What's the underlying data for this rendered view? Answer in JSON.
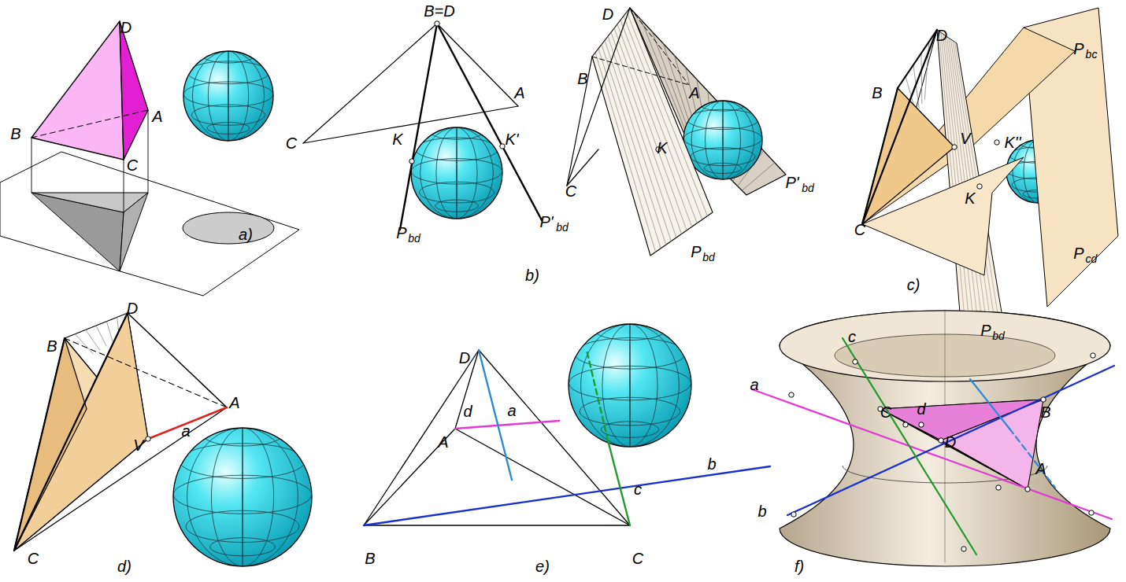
{
  "diagram": {
    "labels": [
      "D",
      "B",
      "A",
      "C",
      "a)",
      "B=D",
      "A",
      "C",
      "K",
      "K'",
      "P",
      "bd",
      "P'",
      "bd",
      "b)",
      "D",
      "B",
      "A",
      "C",
      "K",
      "P'",
      "bd",
      "P",
      "bd",
      "D",
      "B",
      "V",
      "K''",
      "K",
      "C",
      "P",
      "bc",
      "P",
      "cd",
      "P",
      "bd",
      "c)",
      "D",
      "B",
      "V",
      "a",
      "A",
      "C",
      "d)",
      "D",
      "d",
      "a",
      "A",
      "b",
      "c",
      "B",
      "C",
      "e)",
      "c",
      "a",
      "C",
      "d",
      "B",
      "D",
      "A",
      "b",
      "f)"
    ]
  }
}
